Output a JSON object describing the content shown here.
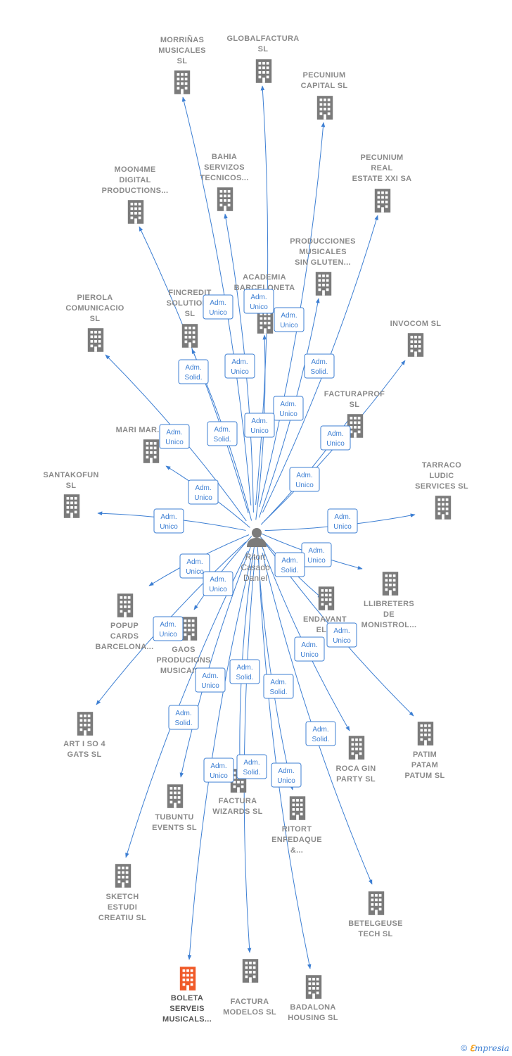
{
  "center": {
    "name_lines": [
      "Ritort",
      "Casado",
      "Daniel"
    ]
  },
  "colors": {
    "edge": "#3d7fd3",
    "building": "#7b7b7b",
    "building_highlight": "#f05a28",
    "badge_border": "#3d7fd3"
  },
  "icons": {
    "company": "building-icon",
    "person": "person-icon"
  },
  "nodes": [
    {
      "id": "morrinas",
      "lines": [
        "MORRIÑAS",
        "MUSICALES",
        "SL"
      ]
    },
    {
      "id": "globalfactura",
      "lines": [
        "GLOBALFACTURA",
        "SL"
      ]
    },
    {
      "id": "pecunium-capital",
      "lines": [
        "PECUNIUM",
        "CAPITAL  SL"
      ]
    },
    {
      "id": "bahia",
      "lines": [
        "BAHIA",
        "SERVIZOS",
        "TECNICOS..."
      ]
    },
    {
      "id": "moon4me",
      "lines": [
        "MOON4ME",
        "DIGITAL",
        "PRODUCTIONS..."
      ]
    },
    {
      "id": "pecunium-real",
      "lines": [
        "PECUNIUM",
        "REAL",
        "ESTATE XXI SA"
      ]
    },
    {
      "id": "producciones",
      "lines": [
        "PRODUCCIONES",
        "MUSICALES",
        "SIN GLUTEN..."
      ]
    },
    {
      "id": "academia",
      "lines": [
        "ACADEMIA",
        "BARCELONETA"
      ]
    },
    {
      "id": "fincredit",
      "lines": [
        "FINCREDIT",
        "SOLUTIONS",
        "SL"
      ]
    },
    {
      "id": "pierola",
      "lines": [
        "PIEROLA",
        "COMUNICACIO",
        "SL"
      ]
    },
    {
      "id": "invocom",
      "lines": [
        "INVOCOM  SL"
      ]
    },
    {
      "id": "facturaprof",
      "lines": [
        "FACTURAPROF",
        "SL"
      ]
    },
    {
      "id": "mari-mar",
      "lines": [
        "MARI MAR..."
      ]
    },
    {
      "id": "santakofun",
      "lines": [
        "SANTAKOFUN",
        "SL"
      ]
    },
    {
      "id": "tarraco",
      "lines": [
        "TARRACO",
        "LUDIC",
        "SERVICES  SL"
      ]
    },
    {
      "id": "llibreters",
      "lines": [
        "LLIBRETERS",
        "DE",
        "MONISTROL..."
      ]
    },
    {
      "id": "popup",
      "lines": [
        "POPUP",
        "CARDS",
        "BARCELONA..."
      ]
    },
    {
      "id": "gaos",
      "lines": [
        "GAOS",
        "PRODUCIONS",
        "MUSICAIS..."
      ]
    },
    {
      "id": "endavant",
      "lines": [
        "ENDAVANT",
        "EL..."
      ]
    },
    {
      "id": "art-i-so",
      "lines": [
        "ART I SO 4",
        "GATS  SL"
      ]
    },
    {
      "id": "patim",
      "lines": [
        "PATIM",
        "PATAM",
        "PATUM  SL"
      ]
    },
    {
      "id": "roca-gin",
      "lines": [
        "ROCA GIN",
        "PARTY  SL"
      ]
    },
    {
      "id": "factura-wizards",
      "lines": [
        "FACTURA",
        "WIZARDS  SL"
      ]
    },
    {
      "id": "tubuntu",
      "lines": [
        "TUBUNTU",
        "EVENTS  SL"
      ]
    },
    {
      "id": "ritort-enfedaque",
      "lines": [
        "RITORT",
        "ENFEDAQUE",
        "&..."
      ]
    },
    {
      "id": "sketch",
      "lines": [
        "SKETCH",
        "ESTUDI",
        "CREATIU  SL"
      ]
    },
    {
      "id": "betelgeuse",
      "lines": [
        "BETELGEUSE",
        "TECH  SL"
      ]
    },
    {
      "id": "boleta",
      "lines": [
        "BOLETA",
        "SERVEIS",
        "MUSICALS..."
      ],
      "highlight": true
    },
    {
      "id": "factura-modelos",
      "lines": [
        "FACTURA",
        "MODELOS  SL"
      ]
    },
    {
      "id": "badalona",
      "lines": [
        "BADALONA",
        "HOUSING  SL"
      ]
    }
  ],
  "badges": [
    [
      "Adm.",
      "Unico"
    ],
    [
      "Adm.",
      "Unico"
    ],
    [
      "Adm.",
      "Unico"
    ],
    [
      "Adm.",
      "Solid."
    ],
    [
      "Adm.",
      "Unico"
    ],
    [
      "Adm.",
      "Solid."
    ],
    [
      "Adm.",
      "Unico"
    ],
    [
      "Adm.",
      "Solid."
    ],
    [
      "Adm.",
      "Unico"
    ],
    [
      "Adm.",
      "Unico"
    ],
    [
      "Adm.",
      "Unico"
    ],
    [
      "Adm.",
      "Unico"
    ],
    [
      "Adm.",
      "Unico"
    ],
    [
      "Adm.",
      "Unico"
    ],
    [
      "Adm.",
      "Unico"
    ],
    [
      "Adm.",
      "Unico"
    ],
    [
      "Adm.",
      "Solid."
    ],
    [
      "Adm.",
      "Unico"
    ],
    [
      "Adm.",
      "Unico"
    ],
    [
      "Adm.",
      "Unico"
    ],
    [
      "Adm.",
      "Unico"
    ],
    [
      "Adm.",
      "Unico"
    ],
    [
      "Adm.",
      "Solid."
    ],
    [
      "Adm.",
      "Unico"
    ],
    [
      "Adm.",
      "Solid."
    ],
    [
      "Adm.",
      "Solid."
    ],
    [
      "Adm.",
      "Solid."
    ],
    [
      "Adm.",
      "Unico"
    ],
    [
      "Adm.",
      "Solid."
    ],
    [
      "Adm.",
      "Unico"
    ]
  ],
  "footer": {
    "copyright": "©",
    "brand_first": "ℇ",
    "brand_rest": "mpresia"
  }
}
